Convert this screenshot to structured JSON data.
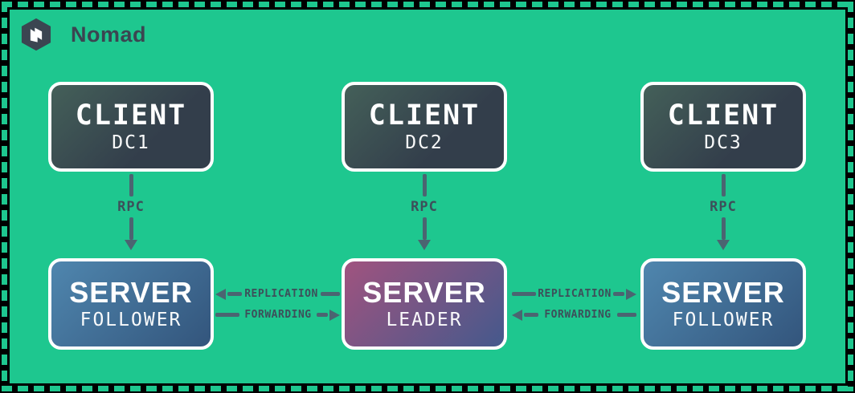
{
  "brand": {
    "name": "Nomad"
  },
  "colors": {
    "background": "#1ec78f",
    "frame": "#000000",
    "slate_text": "#3d4f5a",
    "arrow": "#4b6471",
    "brand_text": "#3b4551",
    "client_gradient_start": "#446059",
    "client_gradient_end": "#333e4b",
    "follower_gradient_start": "#4f86ae",
    "follower_gradient_end": "#33557c",
    "leader_gradient_start": "#a0537f",
    "leader_gradient_end": "#45598c",
    "box_border": "#ffffff"
  },
  "diagram": {
    "clients": [
      {
        "title": "CLIENT",
        "datacenter": "DC1"
      },
      {
        "title": "CLIENT",
        "datacenter": "DC2"
      },
      {
        "title": "CLIENT",
        "datacenter": "DC3"
      }
    ],
    "servers": [
      {
        "title": "SERVER",
        "role": "FOLLOWER"
      },
      {
        "title": "SERVER",
        "role": "LEADER"
      },
      {
        "title": "SERVER",
        "role": "FOLLOWER"
      }
    ],
    "rpc_links": [
      {
        "label": "RPC"
      },
      {
        "label": "RPC"
      },
      {
        "label": "RPC"
      }
    ],
    "server_links": {
      "left": {
        "replication": "REPLICATION",
        "forwarding": "FORWARDING"
      },
      "right": {
        "replication": "REPLICATION",
        "forwarding": "FORWARDING"
      }
    }
  }
}
